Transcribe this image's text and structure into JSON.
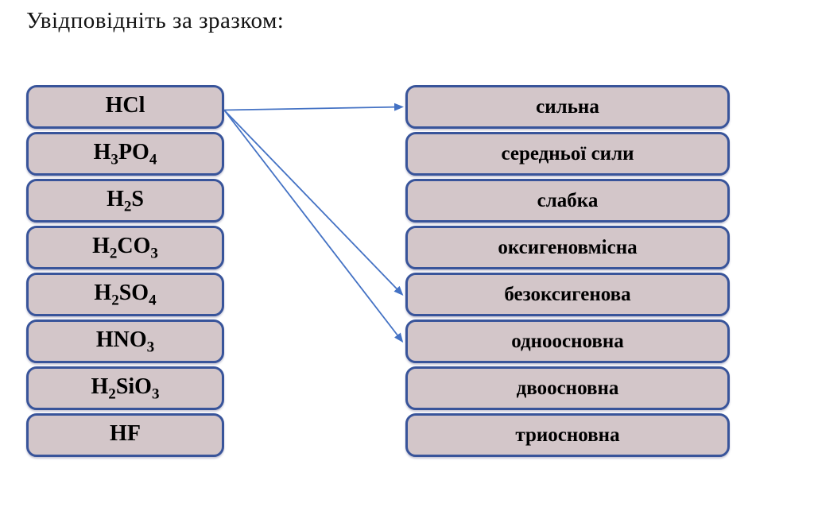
{
  "title": "Увідповідніть за зразком:",
  "colors": {
    "box-fill": "#d3c6c9",
    "box-border": "#38549a",
    "arrow": "#4472c4",
    "text": "#000000"
  },
  "acids": {
    "items": [
      {
        "label": "HCl",
        "parts": [
          {
            "text": "HCl"
          }
        ]
      },
      {
        "label": "H3PO4",
        "parts": [
          {
            "text": "H"
          },
          {
            "sub": "3"
          },
          {
            "text": "PO"
          },
          {
            "sub": "4"
          }
        ]
      },
      {
        "label": "H2S",
        "parts": [
          {
            "text": "H"
          },
          {
            "sub": "2"
          },
          {
            "text": "S"
          }
        ]
      },
      {
        "label": "H2CO3",
        "parts": [
          {
            "text": "H"
          },
          {
            "sub": "2"
          },
          {
            "text": "CO"
          },
          {
            "sub": "3"
          }
        ]
      },
      {
        "label": "H2SO4",
        "parts": [
          {
            "text": "H"
          },
          {
            "sub": "2"
          },
          {
            "text": "SO"
          },
          {
            "sub": "4"
          }
        ]
      },
      {
        "label": "HNO3",
        "parts": [
          {
            "text": "HNO"
          },
          {
            "sub": "3"
          }
        ]
      },
      {
        "label": "H2SiO3",
        "parts": [
          {
            "text": "H"
          },
          {
            "sub": "2"
          },
          {
            "text": "SiO"
          },
          {
            "sub": "3"
          }
        ]
      },
      {
        "label": "HF",
        "parts": [
          {
            "text": "HF"
          }
        ]
      }
    ]
  },
  "properties": {
    "items": [
      {
        "label": "сильна"
      },
      {
        "label": "середньої сили"
      },
      {
        "label": "слабка"
      },
      {
        "label": "оксигеновмісна"
      },
      {
        "label": "безоксигенова"
      },
      {
        "label": "одноосновна"
      },
      {
        "label": "двоосновна"
      },
      {
        "label": "триосновна"
      }
    ]
  },
  "connections": [
    {
      "from_acid": "HCl",
      "from": 0,
      "to": 0,
      "to_label": "сильна"
    },
    {
      "from_acid": "HCl",
      "from": 0,
      "to": 4,
      "to_label": "безоксигенова"
    },
    {
      "from_acid": "HCl",
      "from": 0,
      "to": 5,
      "to_label": "одноосновна"
    }
  ]
}
